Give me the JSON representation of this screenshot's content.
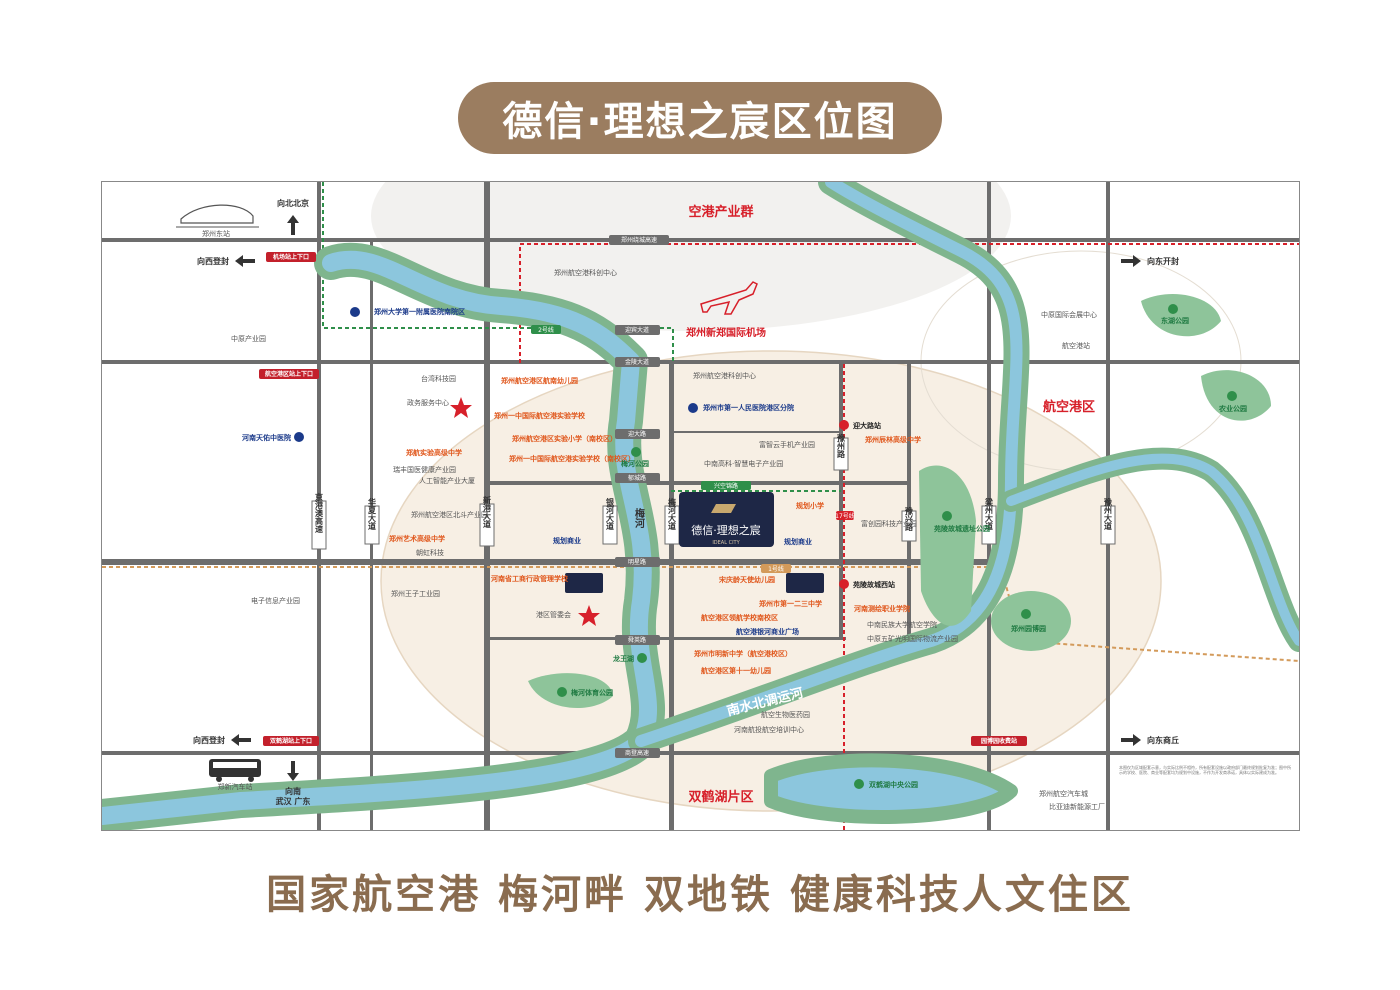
{
  "title": "德信·理想之宸区位图",
  "tagline": "国家航空港 梅河畔 双地铁 健康科技人文住区",
  "colors": {
    "brand": "#9b7d60",
    "road": "#6d6d6d",
    "river": "#8cc6dd",
    "bank": "#7fb58e",
    "orange": "#e0571c",
    "blue": "#1b3a8a",
    "red": "#d7202a"
  },
  "map": {
    "districts": {
      "konggang": "空港产业群",
      "hangkonggang": "航空港区",
      "shuanghe": "双鹤湖片区"
    },
    "project": {
      "name": "德信·理想之宸",
      "sub": "IDEAL CITY"
    },
    "airport": "郑州新郑国际机场",
    "river_canal": "南水北调运河",
    "meihe": "梅河",
    "directions": {
      "north": "向北北京",
      "west_top": "向西登封",
      "east_top": "向东开封",
      "west_bottom": "向西登封",
      "east_bottom": "向东商丘",
      "south_1": "向南",
      "south_2": "武汉 广东"
    },
    "stations": {
      "zhengzhou_east": "郑州东站",
      "bus": "郑新汽车站",
      "hangkonggang_station": "航空港站"
    },
    "red_tags": {
      "airport_ramp": "机场站上下口",
      "hangkonggang_ramp": "航空港区站上下口",
      "shuanghe_ramp": "双鹤湖站上下口",
      "toll": "园博园收费站"
    },
    "roads": {
      "jingang": "郑州绕城高速",
      "yingbin": "迎宾大道",
      "jinlan": "金陵大道",
      "mingxing": "明星路",
      "shangao": "商登高速",
      "xingkong": "兴空锦路",
      "zhengda": "迎大路",
      "jinghu": "郁城路",
      "shunying": "舜英路",
      "line2": "2号线",
      "line17": "17号线",
      "line1": "1号线"
    },
    "vroads": {
      "jinggangao": "京港澳高速",
      "huaxia": "华夏大道",
      "xingang": "新港大道",
      "yinhe": "银河大道",
      "meihe_ave": "梅河大道",
      "yuzhou": "豫州路",
      "yuxing": "豫兴路",
      "liangzhou": "梁州大道",
      "yuzhou_ave": "豫州大道"
    },
    "pois_gray": [
      "郑州航空港科创中心",
      "中原产业园",
      "台湾科技园",
      "政务服务中心",
      "瑞丰国医健康产业园",
      "人工智能产业大厦",
      "郑州航空港区北斗产业园",
      "朝虹科技",
      "电子信息产业园",
      "郑州王子工业园",
      "港区管委会",
      "郑州航空港科创中心",
      "富智云手机产业园",
      "中南高科·智慧电子产业园",
      "富创园科技产业园",
      "中原国际会展中心",
      "航空生物医药园",
      "河南航投航空培训中心",
      "郑州航空汽车城",
      "比亚迪新能源工厂",
      "中南民族大学航空学院",
      "中原五矿光明国际物流产业园"
    ],
    "pois_orange": [
      "郑州航空港区航南幼儿园",
      "郑州一中国际航空港实验学校",
      "郑州航空港区实验小学（南校区）",
      "郑州一中国际航空港实验学校（南校区）",
      "郑航实验高级中学",
      "郑州艺术高级中学",
      "河南省工商行政管理学校",
      "宋庆龄天使幼儿园",
      "郑州市第一二三中学",
      "航空港区领航学校南校区",
      "郑州市明新中学（航空港校区）",
      "航空港区第十一幼儿园",
      "郑州辰林高级中学",
      "河南测绘职业学院",
      "规划小学"
    ],
    "pois_blue": [
      "郑州大学第一附属医院南院区",
      "河南天佑中医院",
      "郑州市第一人民医院港区分院",
      "规划商业",
      "规划商业",
      "航空港银河商业广场"
    ],
    "parks": [
      "梅河公园",
      "龙王湖",
      "梅河体育公园",
      "苑陵故城遗址公园",
      "郑州园博园",
      "双鹤湖中央公园",
      "东湖公园",
      "农业公园"
    ],
    "metro_stations": [
      "迎大路站",
      "苑陵故城西站"
    ],
    "note": "本图仅为区域配套示意，与实际比例不相符，所有配套设施以政府部门最终规划批复为准；图中所示的学校、医院、商业等配套均为规划中设施，不作为开发商承诺，具体以实际建成为准。"
  }
}
